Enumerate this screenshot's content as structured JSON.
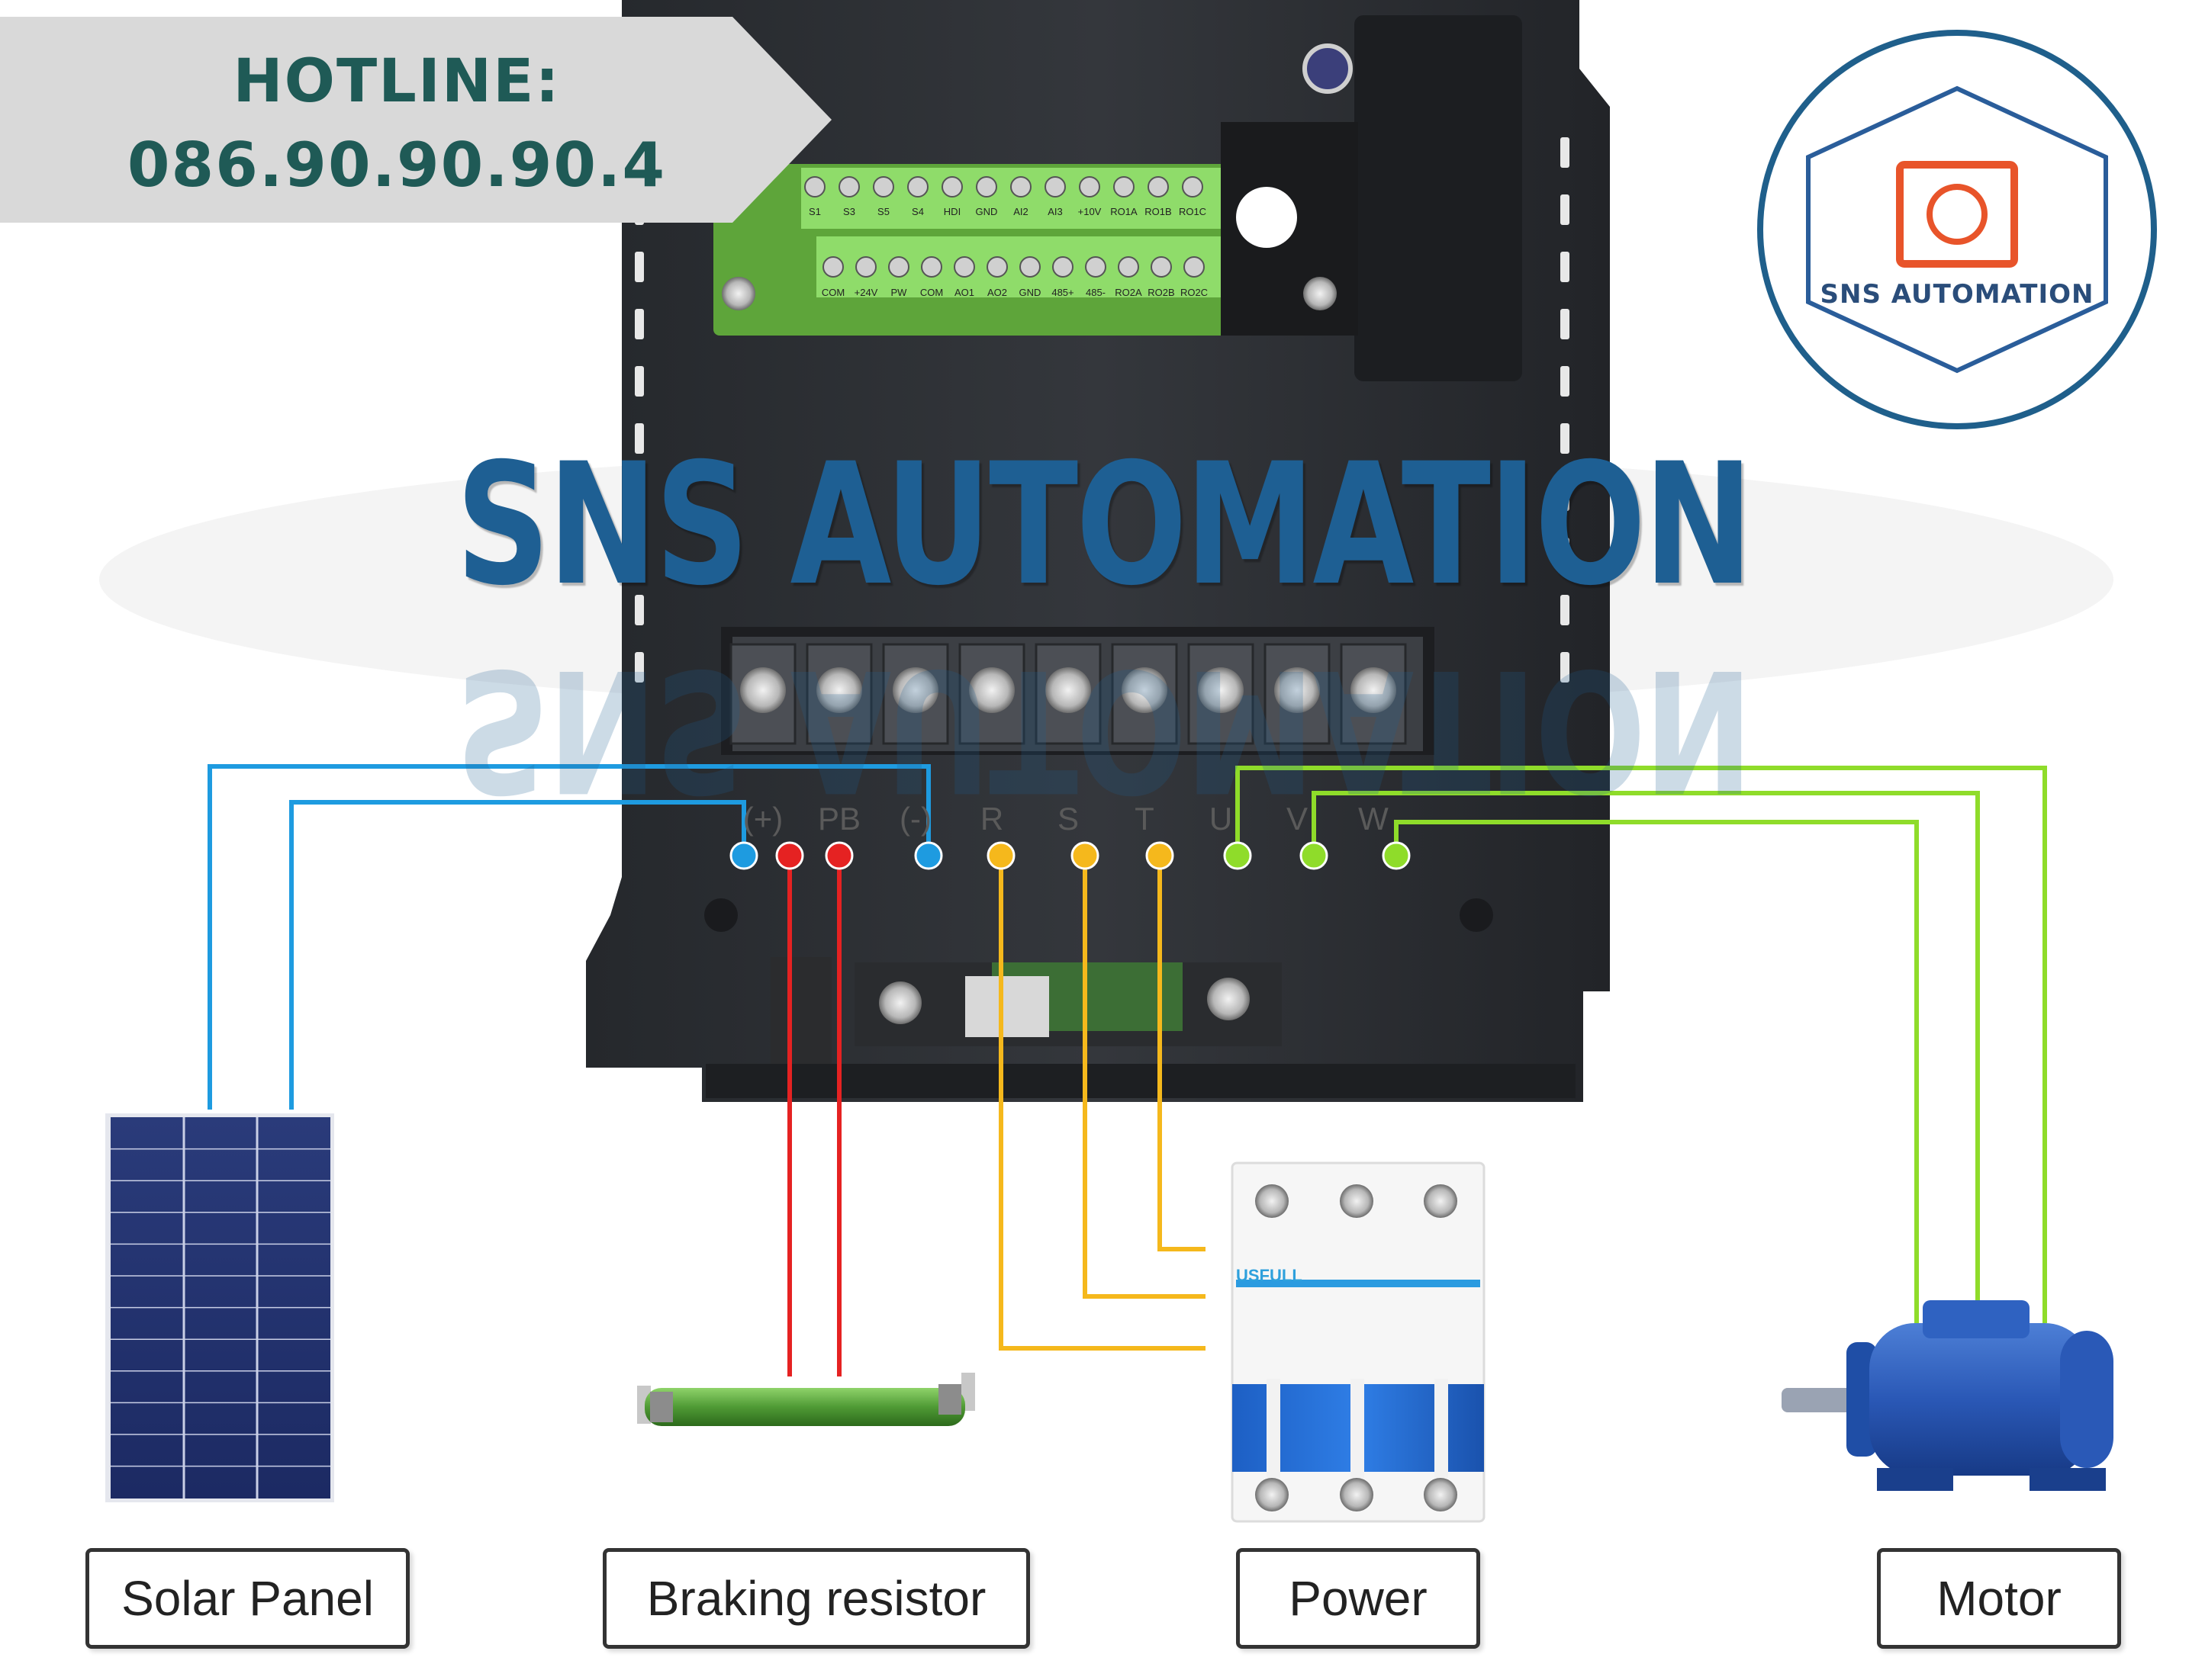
{
  "hotline": {
    "title": "HOTLINE:",
    "number": "086.90.90.90.4"
  },
  "watermark": {
    "text": "SNS AUTOMATION"
  },
  "logo": {
    "text": "SNS AUTOMATION"
  },
  "control_terminals": {
    "top_row": [
      "S1",
      "S3",
      "S5",
      "S4",
      "HDI",
      "GND",
      "AI2",
      "AI3",
      "+10V",
      "RO1A",
      "RO1B",
      "RO1C"
    ],
    "bottom_row": [
      "COM",
      "+24V",
      "PW",
      "COM",
      "AO1",
      "AO2",
      "GND",
      "485+",
      "485-",
      "RO2A",
      "RO2B",
      "RO2C"
    ]
  },
  "power_terminals": [
    "(+)",
    "PB",
    "(-)",
    "R",
    "S",
    "T",
    "U",
    "V",
    "W"
  ],
  "breaker": {
    "brand": "USFULL"
  },
  "components": {
    "solar_panel": "Solar Panel",
    "braking_resistor": "Braking resistor",
    "power": "Power",
    "motor": "Motor"
  },
  "colors": {
    "solar_wire": "#1e9be0",
    "resistor_wire": "#e52222",
    "power_wire": "#f5b81c",
    "motor_wire": "#8fdc2a",
    "vfd_body": "#2b2e33",
    "hotline_text": "#1f5a56",
    "watermark": "#1e5f93"
  }
}
